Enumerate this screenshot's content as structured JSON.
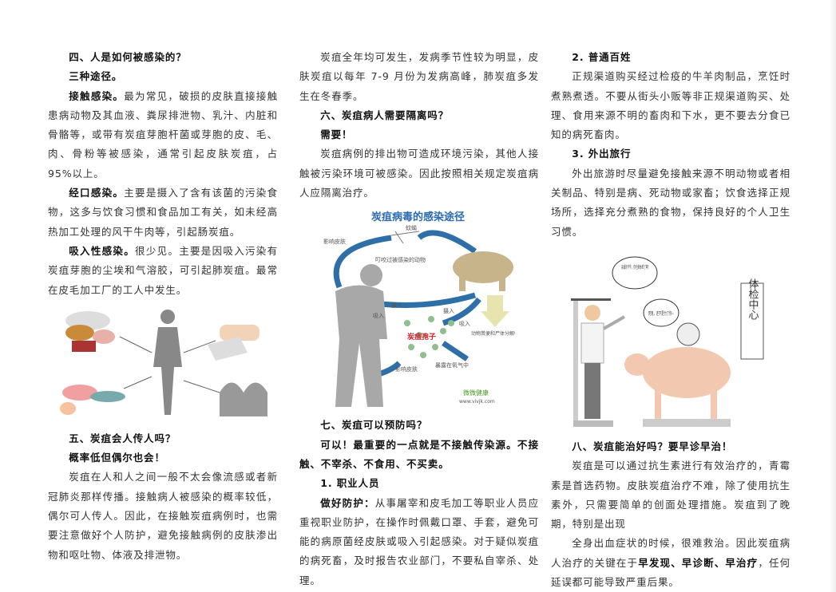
{
  "col1": {
    "s4_title": "四、人是如何被感染的？",
    "s4_sub": "三种途径。",
    "contact_label": "接触感染。",
    "contact_text": "最为常见，破损的皮肤直接接触患病动物及其血液、粪尿排泄物、乳汁、内脏和骨骼等，或带有炭疽芽胞杆菌或芽胞的皮、毛、肉、骨粉等被感染，通常引起皮肤炭疽，占 95%以上。",
    "oral_label": "经口感染。",
    "oral_text": "主要是摄入了含有该菌的污染食物，这多与饮食习惯和食品加工有关，如未经高热加工处理的风干牛肉等，引起肠炭疽。",
    "inhale_label": "吸入性感染。",
    "inhale_text": "很少见。主要是因吸入污染有炭疽芽胞的尘埃和气溶胶，可引起肺炭疽。最常在皮毛加工厂的工人中发生。",
    "s5_title": "五、炭疽会人传人吗？",
    "s5_sub": "概率低但偶尔也会！",
    "s5_text": "炭疽在人和人之间一般不太会像流感或者新冠肺炎那样传播。接触病人被感染的概率较低，偶尔可人传人。因此，在接触炭疽病例时，也需要注意做好个人防护，避免接触病例的皮肤渗出物和呕吐物、体液及排泄物。"
  },
  "col2": {
    "season_text": "炭疽全年均可发生，发病季节性较为明显，皮肤炭疽以每年 7-9 月份为发病高峰，肺炭疽多发生在冬春季。",
    "s6_title": "六、炭疽病人需要隔离吗？",
    "s6_sub": "需要！",
    "s6_text": "炭疽病例的排出物可造成环境污染，其他人接触被污染环境可被感染。因此按照相关规定炭疽病人应隔离治疗。",
    "diagram": {
      "title": "炭疽病毒的感染途径",
      "labels": [
        "蚊蝇",
        "影响皮肤",
        "叮咬过被感染的动物",
        "摄入",
        "吸入",
        "摄入",
        "吸入",
        "炭疽孢子",
        "动物粪便和尸体分解中的细菌",
        "暴露在氧气中",
        "影响皮肤"
      ],
      "logo": "微微健康",
      "url": "www.vivjk.com"
    },
    "s7_title": "七、炭疽可以预防吗？",
    "s7_sub": "可以！最重要的一点就是不接触传染源。不接触、不宰杀、不食用、不买卖。",
    "p1_title": "1. 职业人员",
    "p1_label": "做好防护：",
    "p1_text": "从事屠宰和皮毛加工等职业人员应重视职业防护，在操作时佩戴口罩、手套，避免可能的病原菌经皮肤或吸入引起感染。对于疑似炭疽的病死畜，及时报告农业部门，不要私自宰杀、处理。"
  },
  "col3": {
    "p2_title": "2. 普通百姓",
    "p2_text": "正规渠道购买经过检疫的牛羊肉制品，烹饪时煮熟煮透。不要从街头小贩等非正规渠道购买、处理、食用来源不明的畜肉和下水，更不要去分食已知的病死畜肉。",
    "p3_title": "3. 外出旅行",
    "p3_text": "外出旅游时尽量避免接触来源不明动物或者相关制品、特别是病、死动物或家畜；饮食选择正规场所，选择充分煮熟的食物，保持良好的个人卫生习惯。",
    "cartoon": {
      "bubble1": "亲爱的牛牛，你也来体检了啊！",
      "bubble2": "死鬼，还不是为了你~",
      "sign": "体检中心"
    },
    "s8_title": "八、炭疽能治好吗？要早诊早治！",
    "s8_text1": "炭疽是可以通过抗生素进行有效治疗的，青霉素是首选药物。皮肤炭疽治疗不难，除了使用抗生素外，只需要简单的创面处理措施。炭疽到了晚期，特别是出现",
    "s8_text2a": "全身出血症状的时候，很难救治。因此炭疽病人治疗的关键在于",
    "s8_bold": "早发现、早诊断、早治疗",
    "s8_text2b": "，任何延误都可能导致严重后果。"
  },
  "colors": {
    "arrow": "#2f6fa8",
    "spore": "#8fbf8f",
    "title_blue": "#2a6ab0",
    "spore_label": "#d0202a"
  }
}
